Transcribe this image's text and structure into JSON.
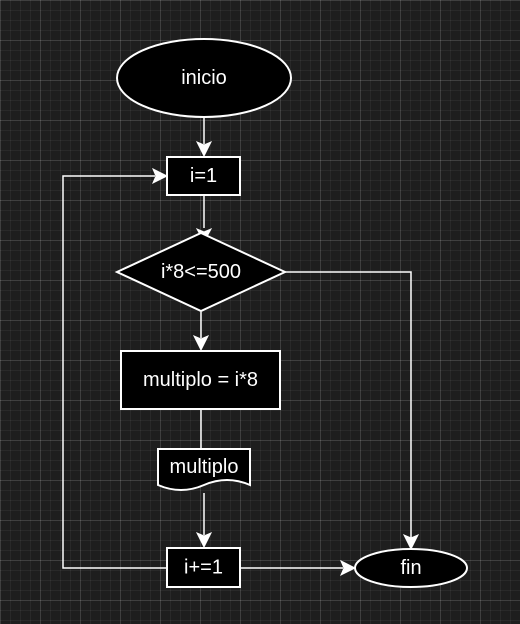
{
  "diagram": {
    "nodes": {
      "start": {
        "label": "inicio",
        "shape": "ellipse"
      },
      "init": {
        "label": "i=1",
        "shape": "process"
      },
      "condition": {
        "label": "i*8<=500",
        "shape": "decision"
      },
      "compute": {
        "label": "multiplo = i*8",
        "shape": "process"
      },
      "output": {
        "label": "multiplo",
        "shape": "document"
      },
      "increment": {
        "label": "i+=1",
        "shape": "process"
      },
      "end": {
        "label": "fin",
        "shape": "ellipse"
      }
    },
    "edges": [
      {
        "from": "start",
        "to": "init"
      },
      {
        "from": "init",
        "to": "condition"
      },
      {
        "from": "condition",
        "to": "compute"
      },
      {
        "from": "condition",
        "to": "end"
      },
      {
        "from": "compute",
        "to": "output"
      },
      {
        "from": "output",
        "to": "increment"
      },
      {
        "from": "increment",
        "to": "end"
      },
      {
        "from": "increment",
        "to": "init"
      }
    ]
  },
  "colors": {
    "background": "#1e1e1e",
    "shape_fill": "#000000",
    "stroke": "#ffffff",
    "text": "#ffffff"
  }
}
